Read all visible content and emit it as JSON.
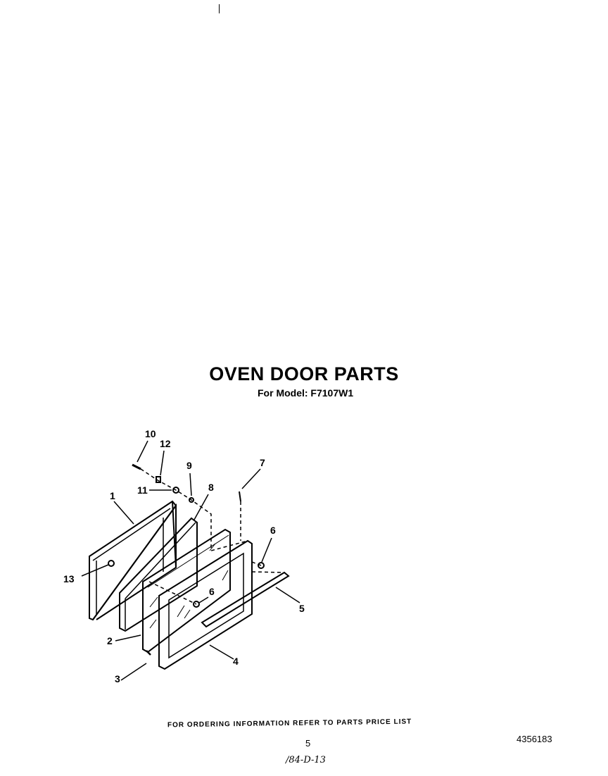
{
  "title": "OVEN DOOR PARTS",
  "subtitle": "For Model: F7107W1",
  "callouts": [
    "1",
    "2",
    "3",
    "4",
    "5",
    "6",
    "6",
    "7",
    "8",
    "9",
    "10",
    "11",
    "12",
    "13"
  ],
  "footer": "FOR ORDERING INFORMATION REFER TO PARTS PRICE LIST",
  "page_number": "5",
  "document_number": "4356183",
  "handwritten_note": "/84-D-13"
}
